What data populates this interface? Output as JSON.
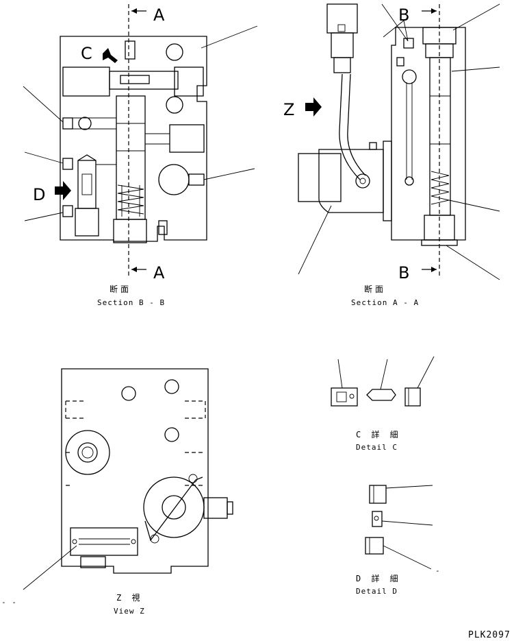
{
  "section_bb": {
    "marker_top": "A",
    "marker_bottom": "A",
    "arrow_c": "C",
    "arrow_d": "D",
    "caption_jp": "断面",
    "caption_en": "Section B - B"
  },
  "section_aa": {
    "marker_top": "B",
    "marker_bottom": "B",
    "arrow_z": "Z",
    "caption_jp": "断面",
    "caption_en": "Section A - A"
  },
  "view_z": {
    "caption_jp": "Z 視",
    "caption_en": "View Z"
  },
  "detail_c": {
    "caption_jp": "C 詳 細",
    "caption_en": "Detail C"
  },
  "detail_d": {
    "caption_jp": "D 詳 細",
    "caption_en": "Detail D"
  },
  "drawing_id": "PLK2097"
}
